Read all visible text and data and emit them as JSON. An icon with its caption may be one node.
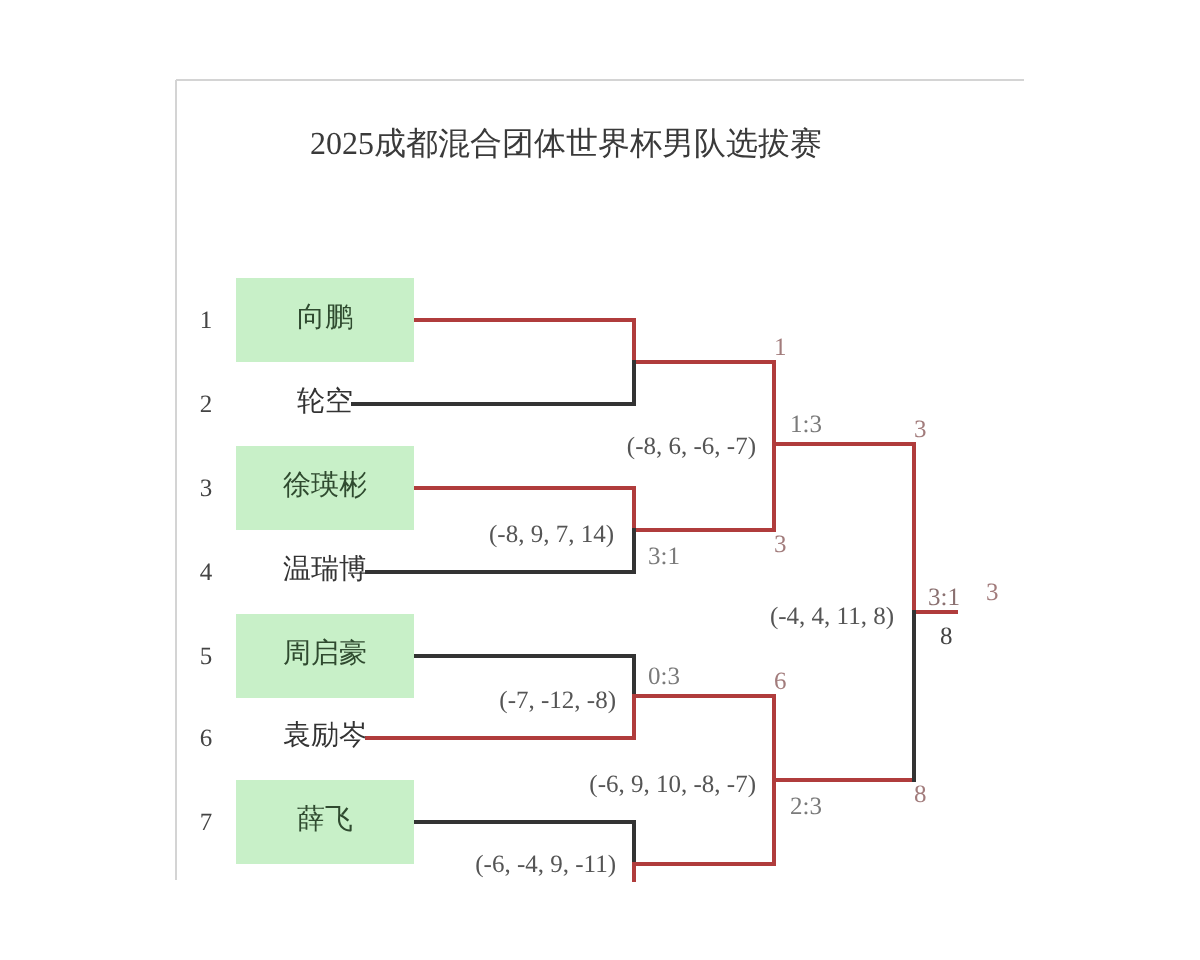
{
  "diagram": {
    "title": "2025成都混合团体世界杯男队选拔赛",
    "nodes": [
      {
        "text": [
          "向鹏"
        ]
      },
      {
        "text": [
          "轮空"
        ]
      },
      {
        "text": [
          "徐瑛彬"
        ]
      },
      {
        "text": [
          "温瑞博"
        ]
      },
      {
        "text": [
          "周启豪"
        ]
      },
      {
        "text": [
          "袁励岑"
        ]
      },
      {
        "text": [
          "薛飞"
        ]
      },
      {
        "text": [
          "1"
        ]
      },
      {
        "text": [
          "3"
        ]
      },
      {
        "text": [
          "6"
        ]
      },
      {
        "text": [
          "3"
        ]
      },
      {
        "text": [
          "8"
        ]
      },
      {
        "text": [
          "3:1"
        ]
      }
    ],
    "edges": [
      {
        "from": 0,
        "to": 7,
        "arrow": "none"
      },
      {
        "from": 1,
        "to": 7,
        "arrow": "none",
        "color": "#333333"
      },
      {
        "from": 2,
        "to": 8,
        "arrow": "none"
      },
      {
        "from": 3,
        "to": 8,
        "arrow": "none",
        "color": "#333333"
      },
      {
        "from": 4,
        "to": 9,
        "arrow": "none",
        "color": "#333333"
      },
      {
        "from": 5,
        "to": 9,
        "arrow": "none"
      },
      {
        "from": 6,
        "to": 11,
        "arrow": "none",
        "color": "#333333"
      },
      {
        "from": null,
        "to": 11,
        "arrow": "none"
      },
      {
        "from": 7,
        "to": 10,
        "arrow": "none"
      },
      {
        "from": 8,
        "to": 10,
        "arrow": "none"
      },
      {
        "from": 9,
        "to": 11,
        "arrow": "none"
      },
      {
        "from": 10,
        "to": 12,
        "arrow": "none"
      },
      {
        "from": 11,
        "to": 12,
        "arrow": "none",
        "color": "#333333"
      }
    ],
    "labels": [
      "1",
      "2",
      "1:3",
      "(-8, 6, -6, -7)",
      "3",
      "(-8, 9, 7, 14)",
      "3:1",
      "4",
      "3",
      "(-4, 4, 11, 8)",
      "8",
      "5",
      "0:3",
      "(-7, -12, -8)",
      "6",
      "(-6, 9, 10, -8, -7)",
      "2:3",
      "7",
      "(-6, -4, 9, -11)"
    ]
  }
}
